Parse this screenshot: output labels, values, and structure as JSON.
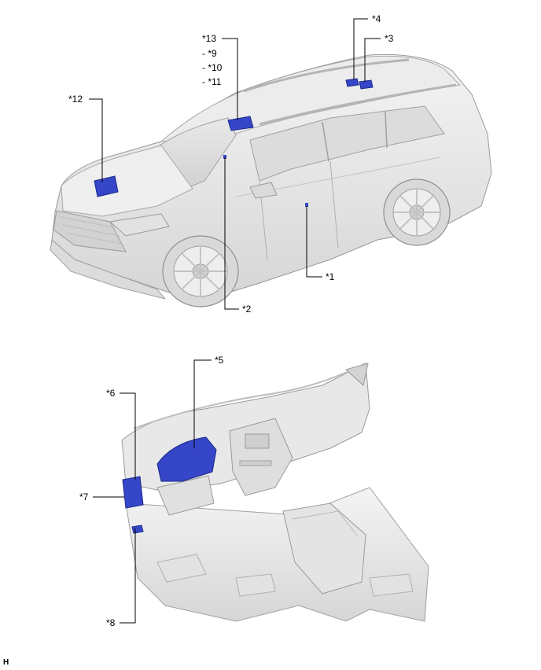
{
  "callouts": {
    "c1": "*1",
    "c2": "*2",
    "c3": "*3",
    "c4": "*4",
    "c5": "*5",
    "c6": "*6",
    "c7": "*7",
    "c8": "*8",
    "c9": "- *9",
    "c10": "- *10",
    "c11": "- *11",
    "c12": "*12",
    "c13": "*13"
  },
  "corner_mark": "H",
  "colors": {
    "highlight": "#3546c8",
    "body": "#e6e6e6",
    "outline": "#9a9a9a"
  }
}
